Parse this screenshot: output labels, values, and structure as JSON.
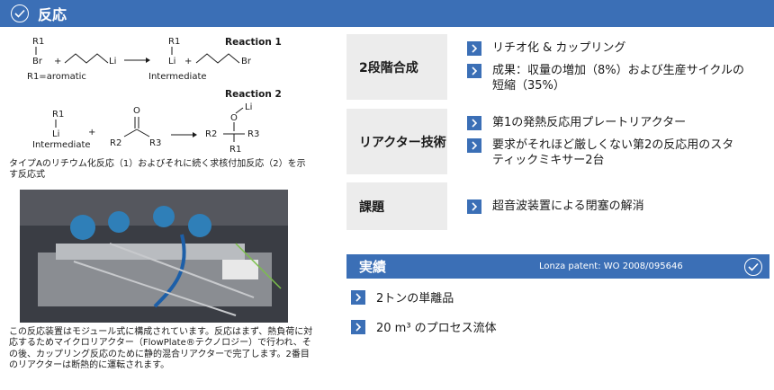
{
  "header": {
    "title": "反応",
    "icon": "check-circle-icon",
    "color": "#3b6fb6"
  },
  "diagram": {
    "reaction1_label": "Reaction 1",
    "reaction2_label": "Reaction 2",
    "r1": "R1",
    "br": "Br",
    "li": "Li",
    "plus": "+",
    "r1_def": "R1=aromatic",
    "intermediate": "Intermediate",
    "r2": "R2",
    "r3": "R3",
    "o": "O"
  },
  "caption_reaction": "タイプAのリチウム化反応（1）およびそれに続く求核付加反応（2）を示す反応式",
  "caption_photo": "この反応装置はモジュール式に構成されています。反応はまず、熱負荷に対応するためマイクロリアクター（FlowPlate®テクノロジー）で行われ、その後、カップリング反応のために静的混合リアクターで完了します。2番目のリアクターは断熱的に運転されます。",
  "rows": [
    {
      "label": "2段階合成",
      "items": [
        "リチオ化 & カップリング",
        "成果：収量の増加（8%）および生産サイクルの短縮（35%）"
      ]
    },
    {
      "label": "リアクター技術",
      "items": [
        "第1の発熱反応用プレートリアクター",
        "要求がそれほど厳しくない第2の反応用のスタティックミキサー2台"
      ]
    },
    {
      "label": "課題",
      "items": [
        "超音波装置による閉塞の解消"
      ]
    }
  ],
  "results": {
    "title": "実績",
    "patent": "Lonza patent: WO 2008/095646",
    "items": [
      "2トンの単離品",
      "20 m³ のプロセス流体"
    ]
  }
}
